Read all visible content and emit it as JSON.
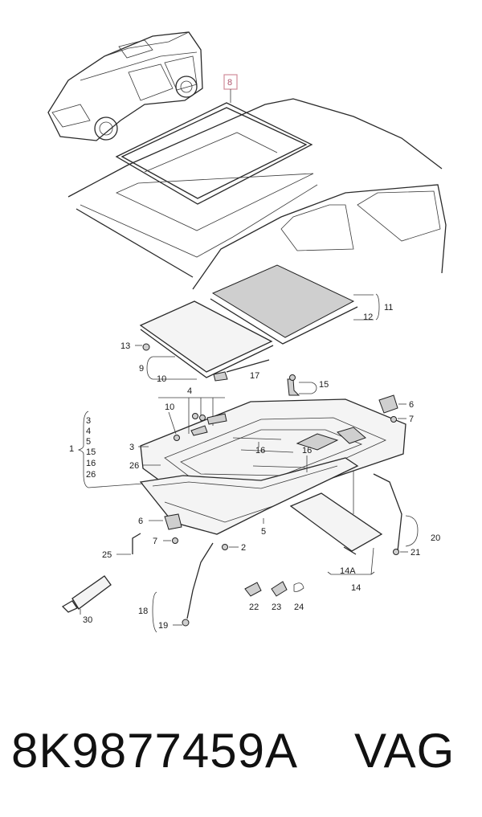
{
  "caption": {
    "part_number": "8K9877459A",
    "brand": "VAG"
  },
  "labels": {
    "l8": "8",
    "l11": "11",
    "l12": "12",
    "l13": "13",
    "l9": "9",
    "l10a": "10",
    "l17": "17",
    "l15": "15",
    "l4": "4",
    "l10b": "10",
    "l6a": "6",
    "l7": "7",
    "g3": "3",
    "g4": "4",
    "g5": "5",
    "g15": "15",
    "g16": "16",
    "g26": "26",
    "l1": "1",
    "l3": "3",
    "l16a": "16",
    "l16b": "16",
    "l26": "26",
    "l6b": "6",
    "l7b": "7",
    "l2": "2",
    "l5": "5",
    "l25": "25",
    "l20": "20",
    "l21": "21",
    "l14a": "14A",
    "l14": "14",
    "l22": "22",
    "l23": "23",
    "l24": "24",
    "l18": "18",
    "l19": "19",
    "l30": "30"
  }
}
